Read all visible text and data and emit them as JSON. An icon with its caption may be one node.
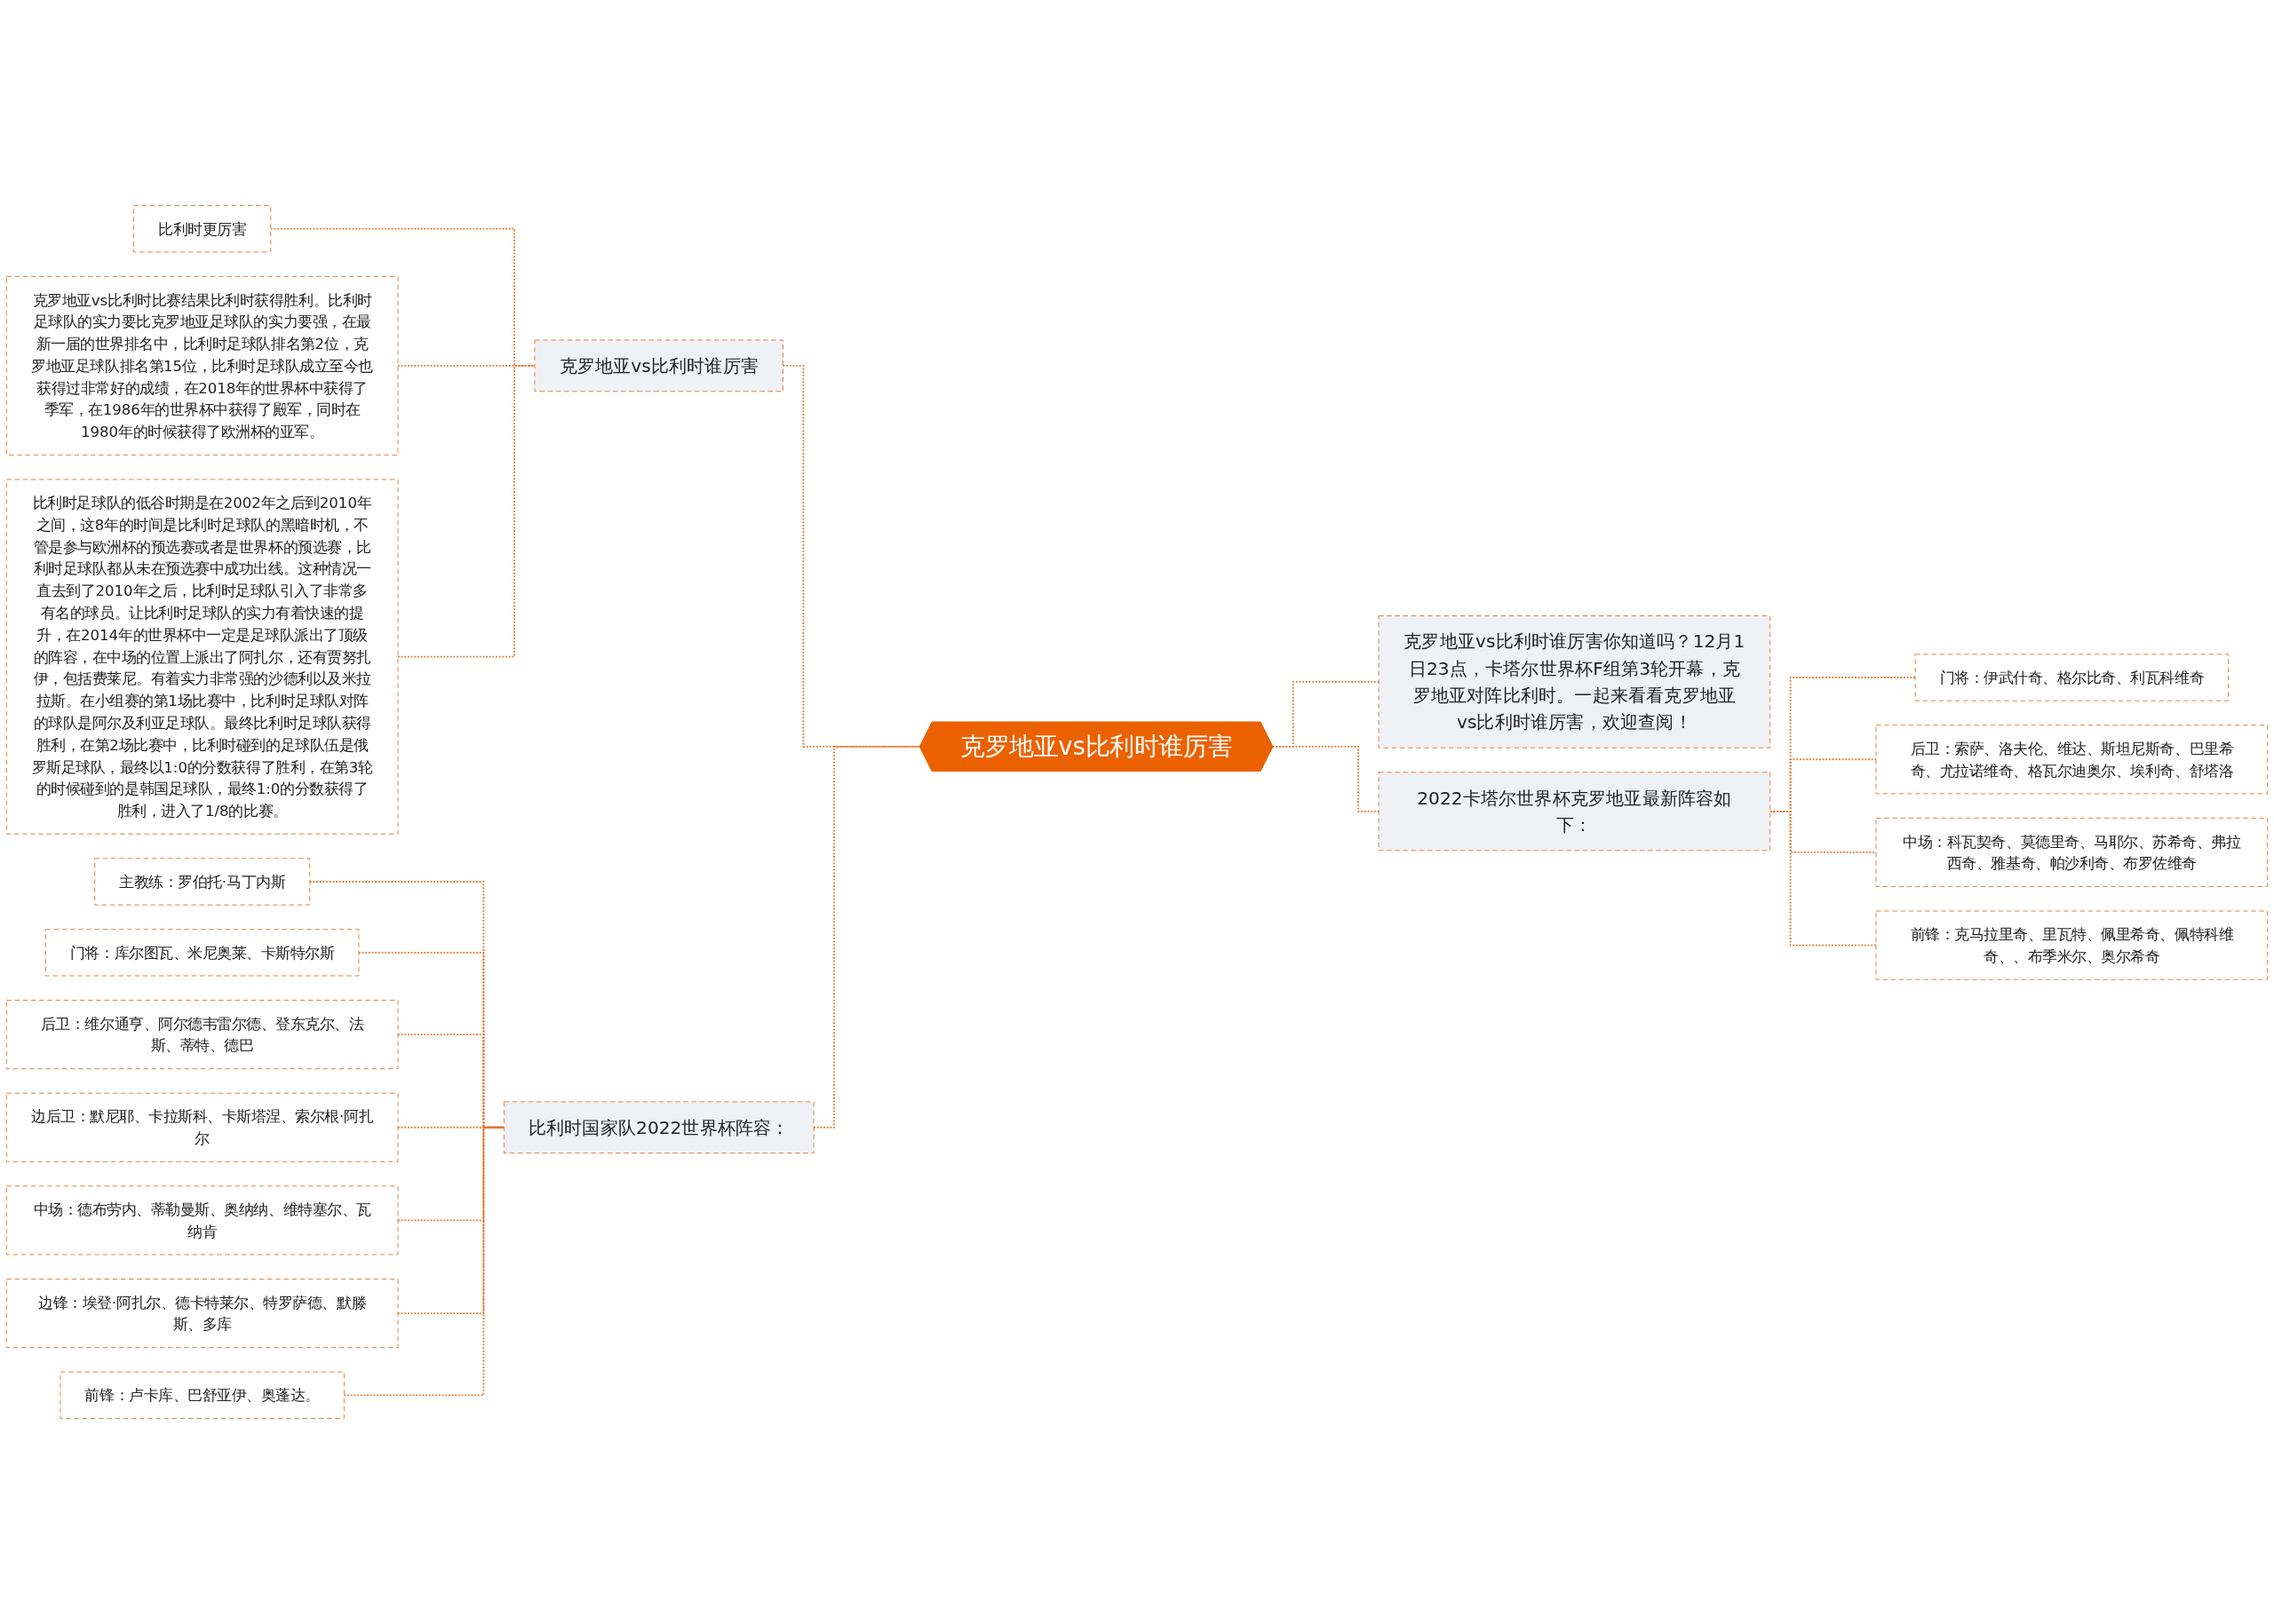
{
  "diagram": {
    "nodes": [
      {
        "text": [
          "比利时更厉害"
        ]
      },
      {
        "text": [
          "克罗地亚vs比利时比赛结果比利时获得胜利。比利时足球队的实力要比克罗地亚足球队的实力要强，在最新一届的世界排名中，比利时足球队排名第2位，克罗地亚足球队排名第15位，比利时足球队成立至今也获得过非常好的成绩，在2018年的世界杯中获得了季军，在1986年的世界杯中获得了殿军，同时在1980年的时候获得了欧洲杯的亚军。"
        ]
      },
      {
        "text": [
          "比利时足球队的低谷时期是在2002年之后到2010年之间，这8年的时间是比利时足球队的黑暗时机，不管是参与欧洲杯的预选赛或者是世界杯的预选赛，比利时足球队都从未在预选赛中成功出线。这种情况一直去到了2010年之后，比利时足球队引入了非常多有名的球员。让比利时足球队的实力有着快速的提升，在2014年的世界杯中一定是足球队派出了顶级的阵容，在中场的位置上派出了阿扎尔，还有贾努扎伊，包括费莱尼。有着实力非常强的沙德利以及米拉拉斯。在小组赛的第1场比赛中，比利时足球队对阵的球队是阿尔及利亚足球队。最终比利时足球队获得胜利，在第2场比赛中，比利时碰到的足球队伍是俄罗斯足球队，最终以1:0的分数获得了胜利，在第3轮的时候碰到的是韩国足球队，最终1:0的分数获得了胜利，进入了1/8的比赛。"
        ]
      },
      {
        "text": [
          "克罗地亚vs比利时谁厉害"
        ]
      },
      {
        "text": [
          "主教练：罗伯托·马丁内斯"
        ]
      },
      {
        "text": [
          "门将：库尔图瓦、米尼奥莱、卡斯特尔斯"
        ]
      },
      {
        "text": [
          "后卫：维尔通亨、阿尔德韦雷尔德、登东克尔、法斯、蒂特、德巴"
        ]
      },
      {
        "text": [
          "边后卫：默尼耶、卡拉斯科、卡斯塔涅、索尔根·阿扎尔"
        ]
      },
      {
        "text": [
          "中场：德布劳内、蒂勒曼斯、奥纳纳、维特塞尔、瓦纳肯"
        ]
      },
      {
        "text": [
          "边锋：埃登·阿扎尔、德卡特莱尔、特罗萨德、默滕斯、多库"
        ]
      },
      {
        "text": [
          "前锋：卢卡库、巴舒亚伊、奥蓬达。"
        ]
      },
      {
        "text": [
          "比利时国家队2022世界杯阵容："
        ]
      },
      {
        "text": [
          "克罗地亚vs比利时谁厉害"
        ]
      },
      {
        "text": [
          "克罗地亚vs比利时谁厉害你知道吗？12月1日23点，卡塔尔世界杯F组第3轮开幕，克罗地亚对阵比利时。一起来看看克罗地亚vs比利时谁厉害，欢迎查阅！"
        ]
      },
      {
        "text": [
          "2022卡塔尔世界杯克罗地亚最新阵容如下："
        ]
      },
      {
        "text": [
          "门将：伊武什奇、格尔比奇、利瓦科维奇"
        ]
      },
      {
        "text": [
          "后卫：索萨、洛夫伦、维达、斯坦尼斯奇、巴里希奇、尤拉诺维奇、格瓦尔迪奥尔、埃利奇、舒塔洛"
        ]
      },
      {
        "text": [
          "中场：科瓦契奇、莫德里奇、马耶尔、苏希奇、弗拉西奇、雅基奇、帕沙利奇、布罗佐维奇"
        ]
      },
      {
        "text": [
          "前锋：克马拉里奇、里瓦特、佩里希奇、佩特科维奇、、布季米尔、奥尔希奇"
        ]
      }
    ],
    "edges": [
      {
        "from": 0,
        "to": 3,
        "arrow": "none",
        "style": "dashed"
      },
      {
        "from": 1,
        "to": 3,
        "arrow": "none",
        "style": "dashed"
      },
      {
        "from": 2,
        "to": 3,
        "arrow": "none",
        "style": "dashed"
      },
      {
        "from": 3,
        "to": 12,
        "arrow": "none",
        "style": "dashed"
      },
      {
        "from": 4,
        "to": 11,
        "arrow": "none",
        "style": "dashed"
      },
      {
        "from": 5,
        "to": 11,
        "arrow": "none",
        "style": "dashed"
      },
      {
        "from": 6,
        "to": 11,
        "arrow": "none",
        "style": "dashed"
      },
      {
        "from": 7,
        "to": 11,
        "arrow": "none",
        "style": "dashed"
      },
      {
        "from": 8,
        "to": 11,
        "arrow": "none",
        "style": "dashed"
      },
      {
        "from": 9,
        "to": 11,
        "arrow": "none",
        "style": "dashed"
      },
      {
        "from": 10,
        "to": 11,
        "arrow": "none",
        "style": "dashed"
      },
      {
        "from": 11,
        "to": 12,
        "arrow": "none",
        "style": "dashed"
      },
      {
        "from": 12,
        "to": 13,
        "arrow": "none",
        "style": "dashed"
      },
      {
        "from": 12,
        "to": 14,
        "arrow": "none",
        "style": "dashed"
      },
      {
        "from": 14,
        "to": 15,
        "arrow": "none",
        "style": "dashed"
      },
      {
        "from": 14,
        "to": 16,
        "arrow": "none",
        "style": "dashed"
      },
      {
        "from": 14,
        "to": 17,
        "arrow": "none",
        "style": "dashed"
      },
      {
        "from": 14,
        "to": 18,
        "arrow": "none",
        "style": "dashed"
      }
    ]
  }
}
